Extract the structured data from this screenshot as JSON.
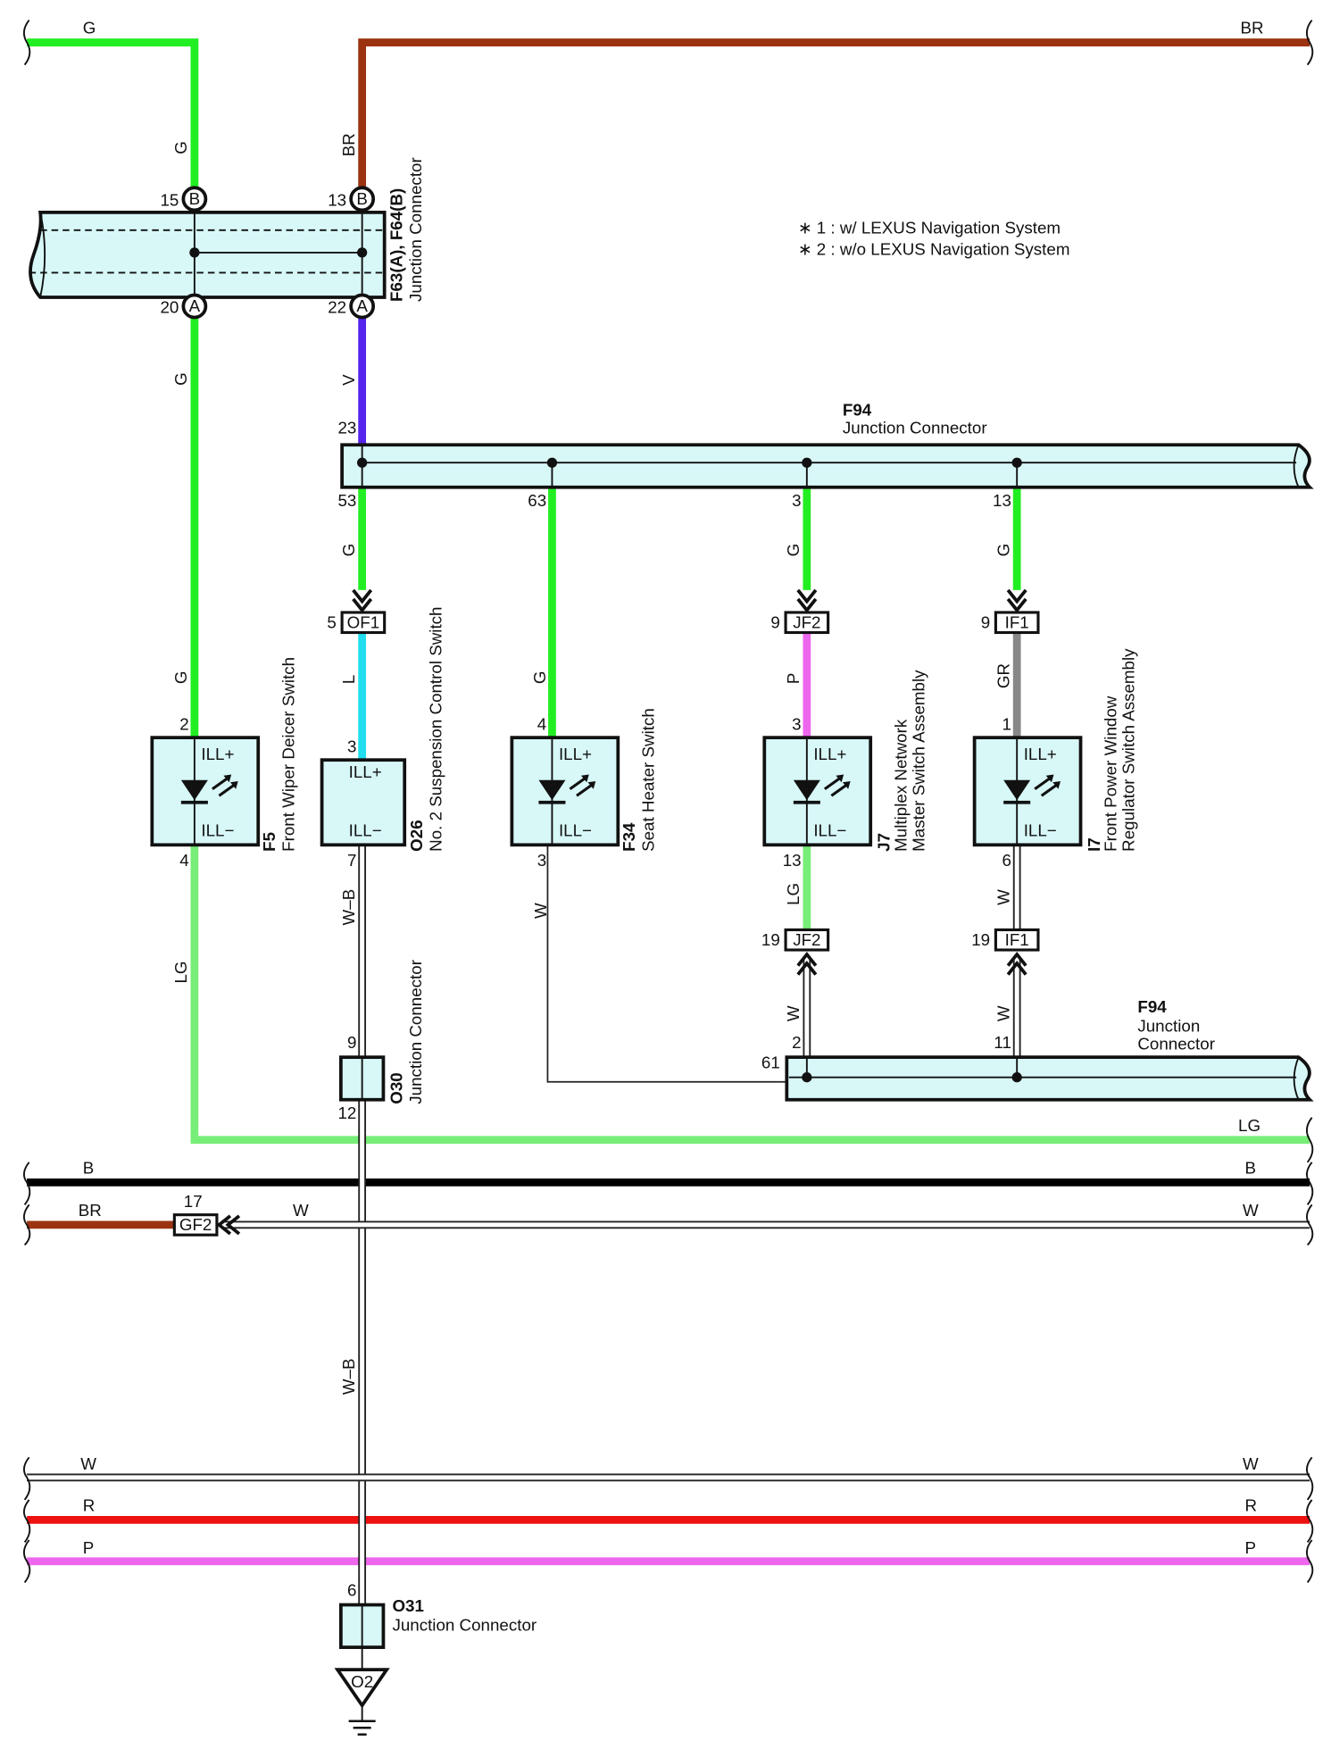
{
  "colors": {
    "G": "#22ee22",
    "BR": "#9b3311",
    "V": "#5522ee",
    "L": "#22ddee",
    "P": "#ee66ee",
    "LG": "#77ee77",
    "GR": "#888888",
    "B": "#000000",
    "R": "#ee1111",
    "W": "#ffffff",
    "connector_fill": "#d8f8f8"
  },
  "notes": {
    "n1": "∗ 1 : w/ LEXUS Navigation System",
    "n2": "∗ 2 : w/o LEXUS Navigation System"
  },
  "junction_f63": {
    "code": "F63(A), F64(B)",
    "name": "Junction Connector"
  },
  "junction_f94_top": {
    "code": "F94",
    "name": "Junction Connector"
  },
  "junction_f94_bottom": {
    "code": "F94",
    "name1": "Junction",
    "name2": "Connector"
  },
  "junction_o30": {
    "code": "O30",
    "name": "Junction Connector"
  },
  "junction_o31": {
    "code": "O31",
    "name": "Junction Connector"
  },
  "ground": {
    "code": "O2"
  },
  "switches": {
    "f5": {
      "code": "F5",
      "name": "Front Wiper Deicer Switch",
      "ill_plus": "ILL+",
      "ill_minus": "ILL−"
    },
    "o26": {
      "code": "O26",
      "name": "No. 2 Suspension Control Switch",
      "ill_plus": "ILL+",
      "ill_minus": "ILL−"
    },
    "f34": {
      "code": "F34",
      "name": "Seat Heater Switch",
      "ill_plus": "ILL+",
      "ill_minus": "ILL−"
    },
    "j7": {
      "code": "J7",
      "name1": "Multiplex Network",
      "name2": "Master Switch Assembly",
      "ill_plus": "ILL+",
      "ill_minus": "ILL−"
    },
    "i7": {
      "code": "I7",
      "name1": "Front Power Window",
      "name2": "Regulator Switch Assembly",
      "ill_plus": "ILL+",
      "ill_minus": "ILL−"
    }
  },
  "inline_connectors": {
    "of1": "OF1",
    "jf2_top": "JF2",
    "if1_top": "IF1",
    "jf2_bottom": "JF2",
    "if1_bottom": "IF1",
    "gf2": "GF2"
  },
  "connector_letters": {
    "b1": "B",
    "b2": "B",
    "a1": "A",
    "a2": "A"
  },
  "wire_labels": {
    "g_top": "G",
    "br_top": "BR",
    "g_v1": "G",
    "br_v1": "BR",
    "g_v2": "G",
    "v_v": "V",
    "g_v3": "G",
    "g_v4": "G",
    "g_v5": "G",
    "g_v6": "G",
    "l": "L",
    "p": "P",
    "gr": "GR",
    "lg_left": "LG",
    "wb1": "W–B",
    "w_f34": "W",
    "lg_j7": "LG",
    "w_i7": "W",
    "w_j7b": "W",
    "w_i7b": "W",
    "lg_right": "LG",
    "b_left": "B",
    "b_right": "B",
    "br_bot": "BR",
    "w_mid": "W",
    "w_right1": "W",
    "wb2": "W–B",
    "w_left2": "W",
    "w_right2": "W",
    "r_left": "R",
    "r_right": "R",
    "p_left": "P",
    "p_right": "P"
  },
  "pins": {
    "p15": "15",
    "p13": "13",
    "p20": "20",
    "p22": "22",
    "p23": "23",
    "p53": "53",
    "p63": "63",
    "p3a": "3",
    "p13b": "13",
    "p5": "5",
    "p9a": "9",
    "p9b": "9",
    "p2": "2",
    "p3b": "3",
    "p4a": "4",
    "p3c": "3",
    "p1": "1",
    "p4b": "4",
    "p7": "7",
    "p3d": "3",
    "p13c": "13",
    "p6a": "6",
    "p19a": "19",
    "p19b": "19",
    "p2b": "2",
    "p11": "11",
    "p61": "61",
    "p9c": "9",
    "p12": "12",
    "p17": "17",
    "p6b": "6"
  }
}
